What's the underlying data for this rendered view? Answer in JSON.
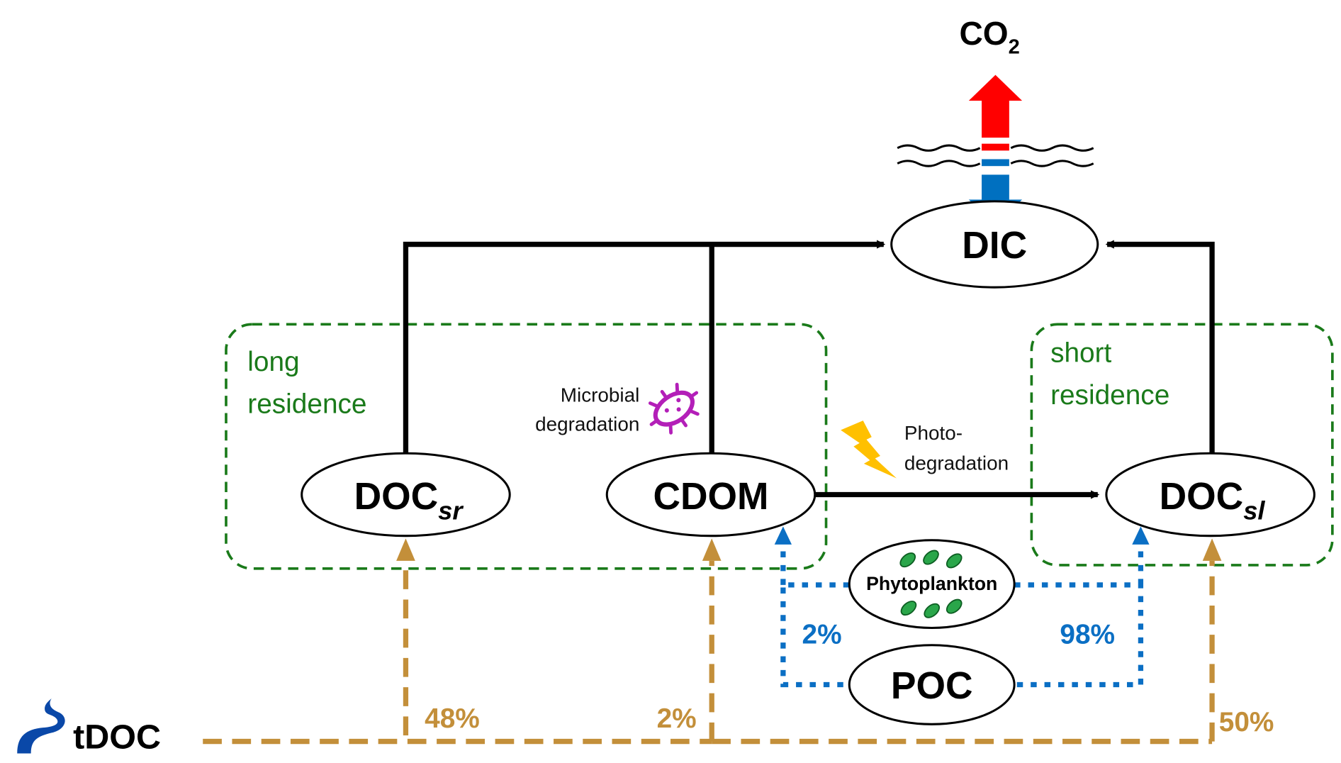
{
  "title": "Carbon pool diagram",
  "colors": {
    "solid_flow": "#000000",
    "terrestrial_flow": "#c38f3a",
    "phyto_flow": "#0b6fc4",
    "residence_box": "#1a7a1a",
    "co2_out": "#ff0000",
    "co2_in": "#0070c0",
    "microbe": "#b31fb8",
    "lightning": "#ffc000"
  },
  "nodes": {
    "co2": {
      "main": "CO",
      "sub": "2"
    },
    "dic": {
      "label": "DIC"
    },
    "doc_sr": {
      "main": "DOC",
      "sub": "sr"
    },
    "cdom": {
      "label": "CDOM"
    },
    "doc_sl": {
      "main": "DOC",
      "sub": "sl"
    },
    "phytoplankton": {
      "label": "Phytoplankton"
    },
    "poc": {
      "label": "POC"
    },
    "tdoc": {
      "label": "tDOC"
    }
  },
  "groups": {
    "long": {
      "line1": "long",
      "line2": "residence"
    },
    "short": {
      "line1": "short",
      "line2": "residence"
    }
  },
  "processes": {
    "microbial": {
      "line1": "Microbial",
      "line2": "degradation"
    },
    "photo": {
      "line1": "Photo-",
      "line2": "degradation"
    }
  },
  "percentages": {
    "tdoc_to_doc_sr": "48%",
    "tdoc_to_cdom": "2%",
    "tdoc_to_doc_sl": "50%",
    "phyto_to_cdom": "2%",
    "phyto_to_doc_sl": "98%"
  }
}
